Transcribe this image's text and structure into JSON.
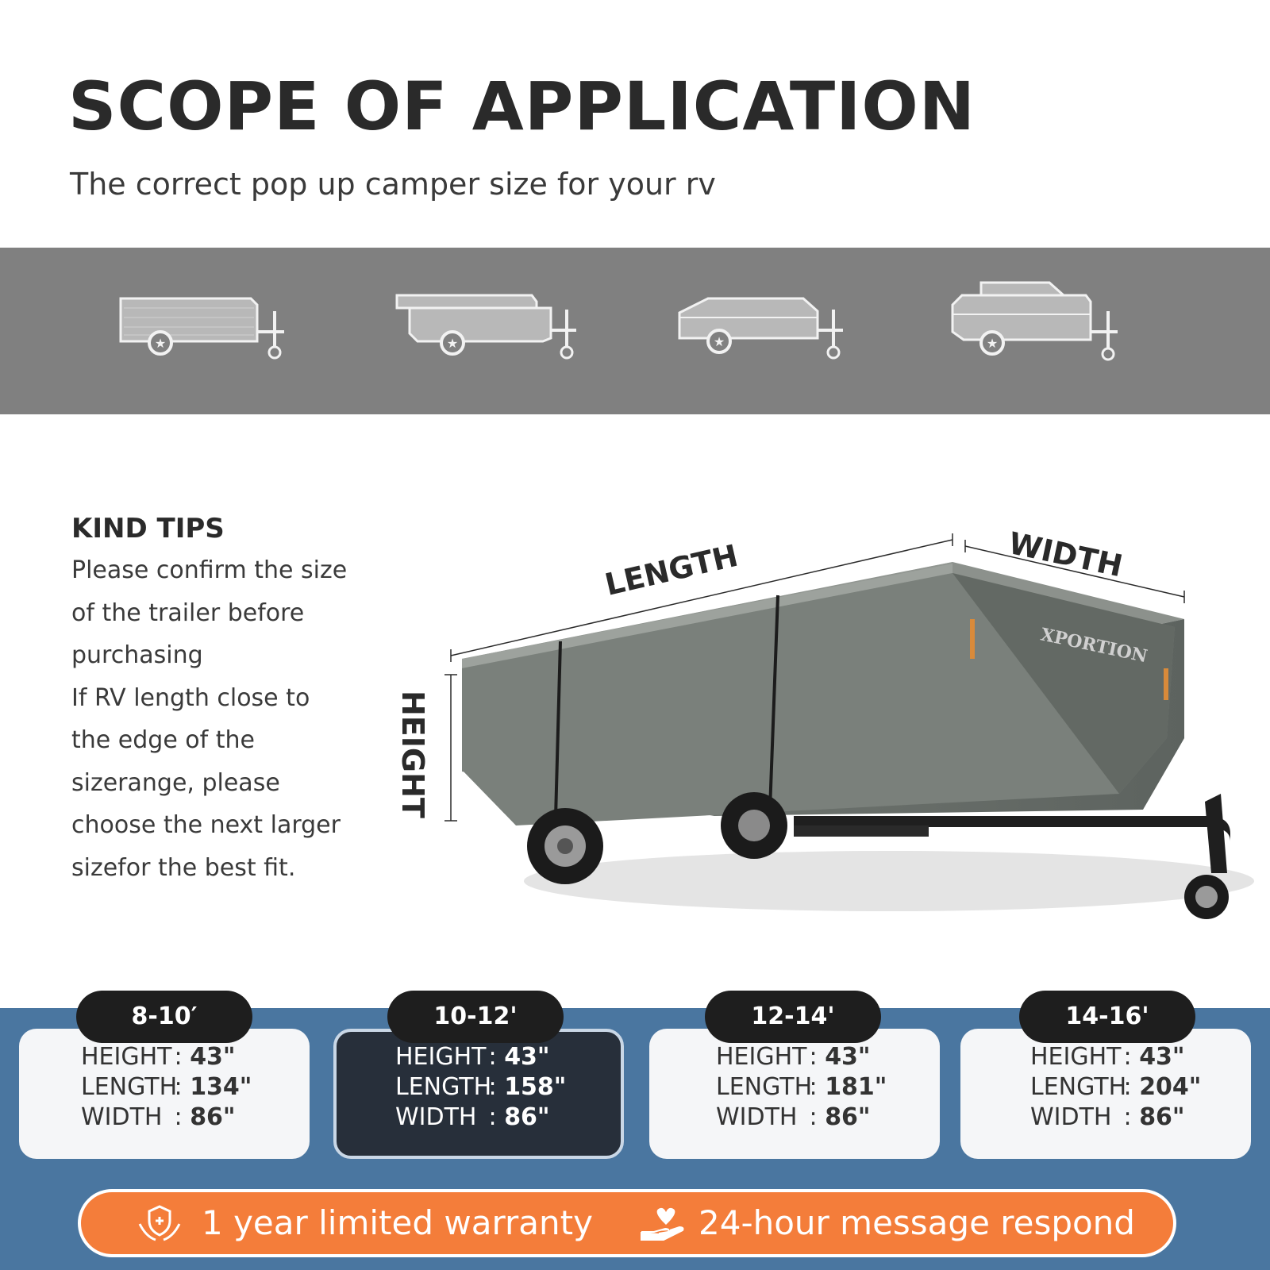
{
  "header": {
    "title": "SCOPE OF APPLICATION",
    "subtitle": "The correct pop up camper size for your rv"
  },
  "icons": [
    "camper-flat-icon",
    "camper-overhang-icon",
    "camper-rounded-icon",
    "camper-raised-icon"
  ],
  "tips": {
    "heading": "KIND TIPS",
    "lines": [
      "Please confirm the size",
      "of the trailer before",
      "purchasing",
      "If RV length close to",
      "the edge of the",
      "sizerange, please",
      "choose the next larger",
      "sizefor the best fit."
    ]
  },
  "dimensions": {
    "length": "LENGTH",
    "width": "WIDTH",
    "height": "HEIGHT",
    "brand": "XPORTION"
  },
  "sizes": [
    {
      "range": "8-10′",
      "height_label": "HEIGHT",
      "height": "43\"",
      "length_label": "LENGTH",
      "length": "134\"",
      "width_label": "WIDTH",
      "width": "86\""
    },
    {
      "range": "10-12'",
      "height_label": "HEIGHT",
      "height": "43\"",
      "length_label": "LENGTH",
      "length": "158\"",
      "width_label": "WIDTH",
      "width": "86\""
    },
    {
      "range": "12-14'",
      "height_label": "HEIGHT",
      "height": "43\"",
      "length_label": "LENGTH",
      "length": "181\"",
      "width_label": "WIDTH",
      "width": "86\""
    },
    {
      "range": "14-16'",
      "height_label": "HEIGHT",
      "height": "43\"",
      "length_label": "LENGTH",
      "length": "204\"",
      "width_label": "WIDTH",
      "width": "86\""
    }
  ],
  "footer": {
    "warranty": "1 year limited warranty",
    "respond": "24-hour message respond"
  },
  "colors": {
    "band_gray": "#808080",
    "band_blue": "#4a76a0",
    "accent_orange": "#f47d3a",
    "card_dark": "#272f3a"
  }
}
